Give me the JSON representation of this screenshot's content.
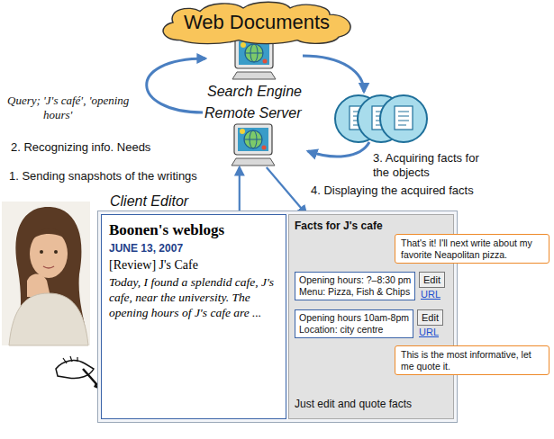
{
  "diagram": {
    "nodes": [
      {
        "text": [
          "Web Documents"
        ]
      },
      {
        "text": [
          "Search Engine"
        ]
      },
      {
        "text": [
          "Remote Server"
        ]
      },
      {
        "text": [
          "Client Editor"
        ]
      },
      {
        "text": [
          "Boonen's weblogs",
          "JUNE 13, 2007",
          "[Review] J's Cafe",
          "Today, I found a splendid cafe, J's cafe, near the university. The opening hours of J's cafe are ..."
        ],
        "in": 3
      },
      {
        "text": [
          "Facts for J's cafe",
          "Just edit and quote facts"
        ],
        "in": 3
      },
      {
        "text": [
          "Opening hours: ?–8:30 pm",
          "Menu: Pizza, Fish & Chips"
        ],
        "in": 5
      },
      {
        "text": [
          "Edit"
        ],
        "in": 5
      },
      {
        "text": [
          "Opening hours 10am-8pm",
          "Location: city centre"
        ],
        "in": 5
      },
      {
        "text": [
          "Edit"
        ],
        "in": 5
      },
      {
        "text": [
          "That's it! I'll next write about my favorite Neapolitan pizza."
        ]
      },
      {
        "text": [
          "This is the most informative, let me quote it."
        ]
      }
    ],
    "edges": [
      {
        "from": 2,
        "to": 1,
        "arrow": "to"
      },
      {
        "from": 4,
        "to": 2,
        "arrow": "to"
      },
      {
        "from": 2,
        "to": 5,
        "arrow": "to"
      }
    ],
    "labels": [
      "Query; 'J's café', 'opening hours'",
      "2. Recognizing info. Needs",
      "1. Sending snapshots of the writings",
      "3. Acquiring facts for the objects",
      "4. Displaying the acquired facts",
      "URL",
      "URL"
    ]
  }
}
